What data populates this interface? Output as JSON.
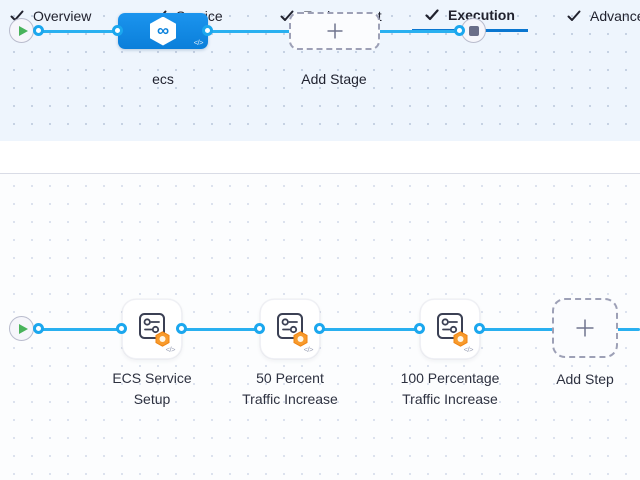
{
  "stage_pipeline": {
    "stage_label": "ecs",
    "add_stage_label": "Add Stage",
    "code_glyph": "</>"
  },
  "tabs": [
    {
      "label": "Overview",
      "checked": true
    },
    {
      "label": "Service",
      "checked": true
    },
    {
      "label": "Environment",
      "checked": true
    },
    {
      "label": "Execution",
      "checked": true,
      "active": true
    },
    {
      "label": "Advanced",
      "checked": true
    }
  ],
  "execution": {
    "steps": [
      {
        "line1": "ECS Service",
        "line2": "Setup"
      },
      {
        "line1": "50 Percent",
        "line2": "Traffic Increase"
      },
      {
        "line1": "100 Percentage",
        "line2": "Traffic Increase"
      }
    ],
    "add_step_label": "Add Step",
    "code_glyph": "</>"
  },
  "colors": {
    "connector_blue": "#29b0f0",
    "stage_node_blue": "#0b7fda",
    "active_tab_underline": "#0a76d0",
    "badge_orange": "#f89b2d",
    "play_green": "#49b35b",
    "top_canvas_bg": "#eef5fd",
    "bottom_canvas_bg": "#fcfdfe"
  }
}
